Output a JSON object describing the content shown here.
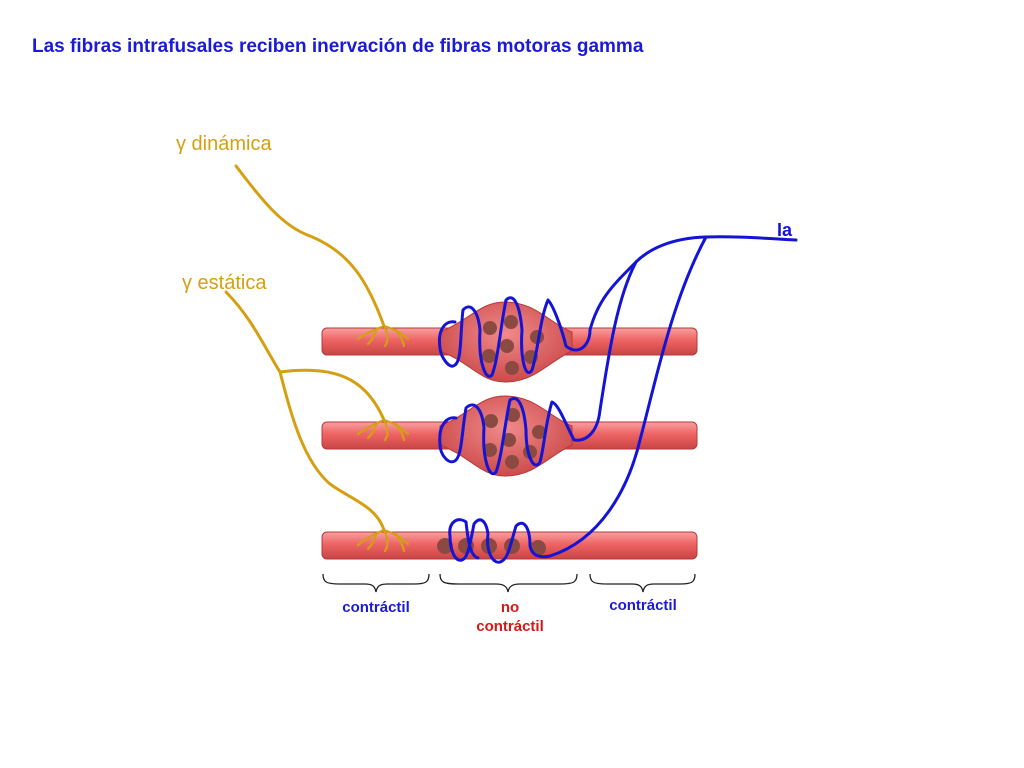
{
  "title": "Las fibras intrafusales reciben inervación de fibras motoras gamma",
  "labels": {
    "gamma_dynamic": "γ dinámica",
    "gamma_static": "γ estática",
    "ia": "Ia",
    "region_left": "contráctil",
    "region_center_line1": "no",
    "region_center_line2": "contráctil",
    "region_right": "contráctil"
  },
  "colors": {
    "title": "#1a1ad8",
    "gamma_fiber": "#d4a012",
    "ia_fiber": "#1414d6",
    "muscle_fiber": "#ee6464",
    "muscle_edge": "#b83838",
    "nucleus": "#8a4a42",
    "contractile_text": "#1a1ad8",
    "noncontractile_text": "#d81818",
    "brace": "#222222"
  }
}
